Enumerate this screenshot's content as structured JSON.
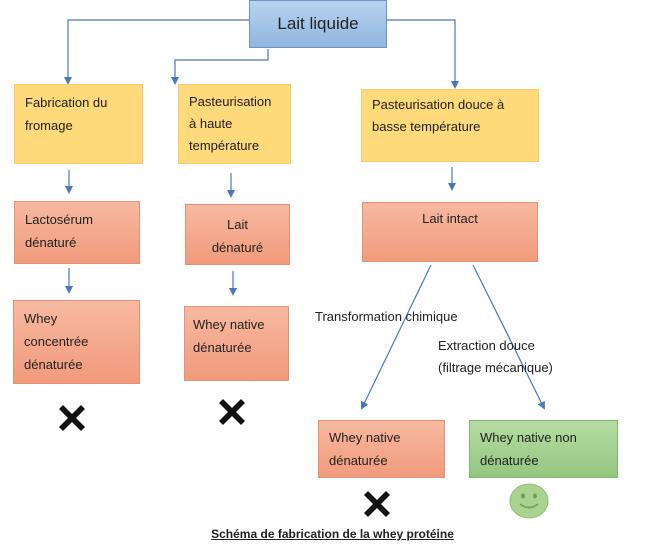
{
  "root": {
    "label": "Lait liquide"
  },
  "col1": {
    "process": "Fabrication du fromage",
    "intermediate": "Lactosérum dénaturé",
    "result": "Whey concentrée dénaturée"
  },
  "col2": {
    "process": "Pasteurisation à haute température",
    "intermediate": "Lait dénaturé",
    "result": "Whey native dénaturée"
  },
  "col3": {
    "process": "Pasteurisation douce à basse température",
    "intermediate": "Lait intact",
    "branch_left_label": "Transformation chimique",
    "branch_right_label_line1": "Extraction douce",
    "branch_right_label_line2": "(filtrage mécanique)",
    "result_left": "Whey native dénaturée",
    "result_right": "Whey native non dénaturée"
  },
  "icons": {
    "reject": "cross-icon",
    "approve": "smiley-icon"
  },
  "colors": {
    "root": "#9dbde4",
    "process": "#ffd97a",
    "result": "#f4a98c",
    "good_result": "#a5d291",
    "arrow": "#4a78b8"
  },
  "caption": "Schéma de fabrication de la whey protéine"
}
